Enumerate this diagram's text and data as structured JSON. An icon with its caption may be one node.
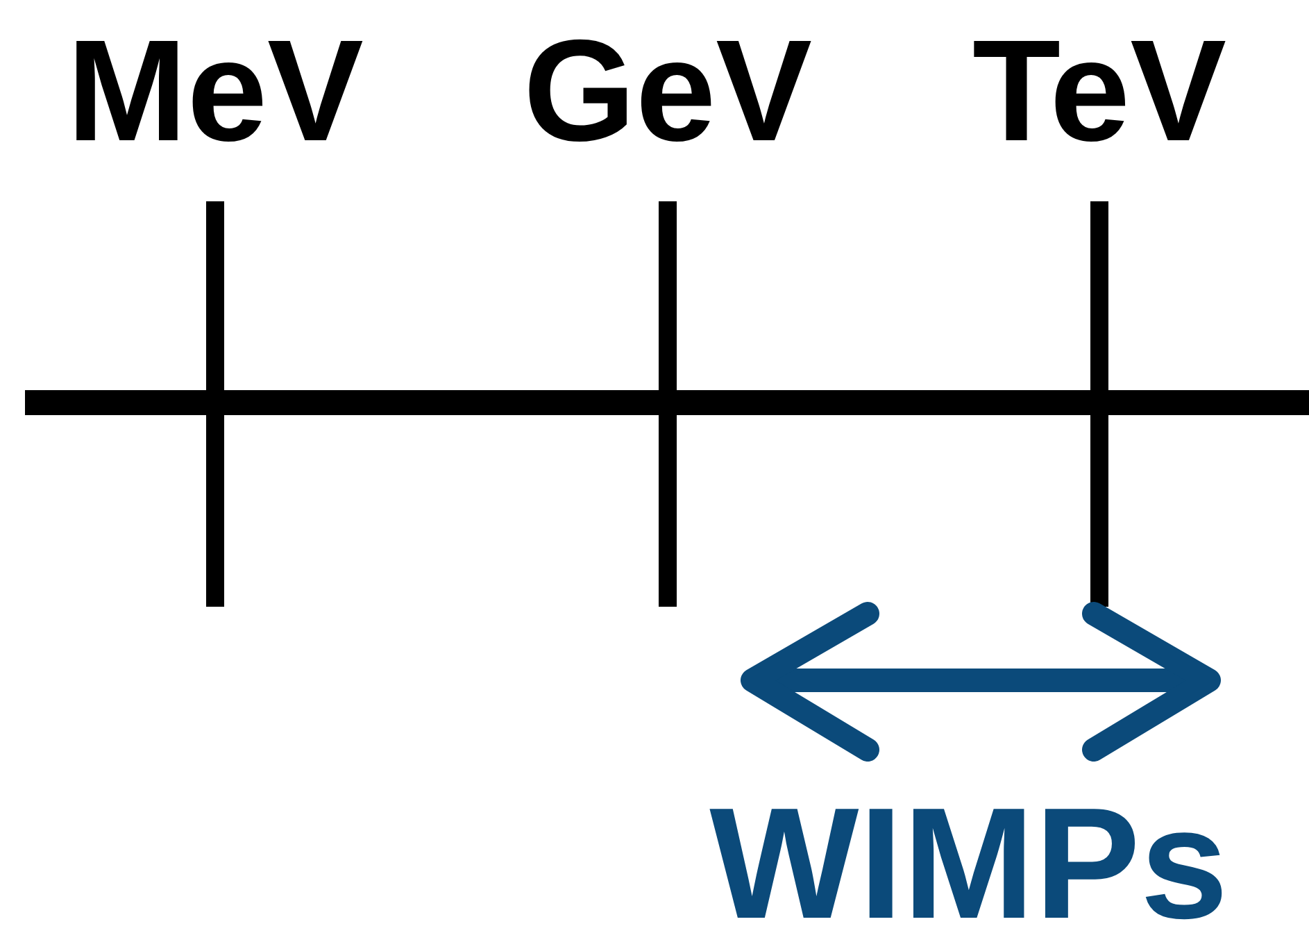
{
  "diagram": {
    "labels": [
      "MeV",
      "GeV",
      "TeV",
      "WIMPs"
    ]
  }
}
